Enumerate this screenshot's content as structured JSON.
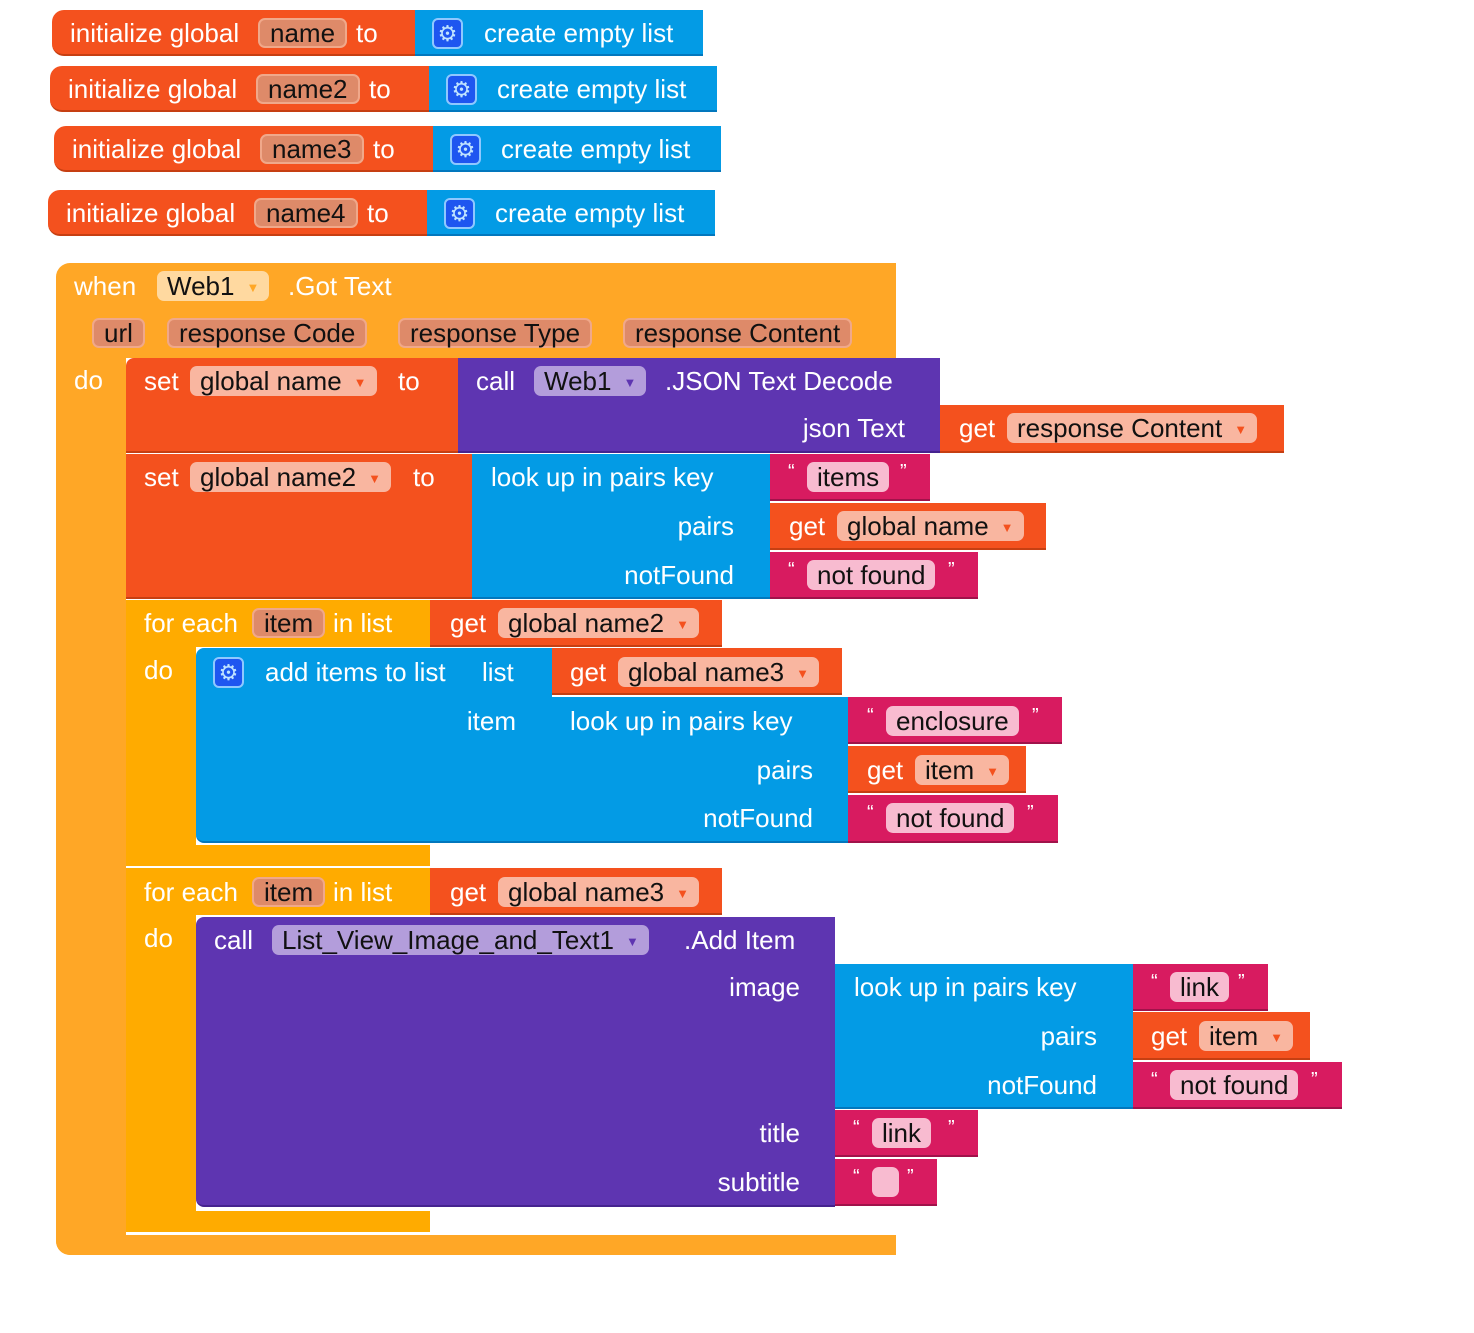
{
  "globals": [
    {
      "label": "initialize global",
      "name": "name",
      "to": "to",
      "value": "create empty list"
    },
    {
      "label": "initialize global",
      "name": "name2",
      "to": "to",
      "value": "create empty list"
    },
    {
      "label": "initialize global",
      "name": "name3",
      "to": "to",
      "value": "create empty list"
    },
    {
      "label": "initialize global",
      "name": "name4",
      "to": "to",
      "value": "create empty list"
    }
  ],
  "event": {
    "when": "when",
    "component": "Web1",
    "event": ".Got Text",
    "params": [
      "url",
      "response Code",
      "response Type",
      "response Content"
    ],
    "do": "do"
  },
  "set1": {
    "set": "set",
    "var": "global name",
    "to": "to",
    "call": "call",
    "component": "Web1",
    "method": ".JSON Text Decode",
    "arg": "json Text",
    "get": "get",
    "getvar": "response Content"
  },
  "set2": {
    "set": "set",
    "var": "global name2",
    "to": "to",
    "lookup": "look up in pairs  key",
    "pairs": "pairs",
    "notfound": "notFound",
    "key": "items",
    "get": "get",
    "getvar": "global name",
    "nf": "not found"
  },
  "foreach1": {
    "for": "for each",
    "item": "item",
    "inlist": "in list",
    "get": "get",
    "list": "global name2",
    "do": "do",
    "add": "add items to list",
    "list_label": "list",
    "item_label": "item",
    "get2": "get",
    "list2": "global name3",
    "lookup": "look up in pairs  key",
    "pairs": "pairs",
    "notfound": "notFound",
    "key": "enclosure",
    "get3": "get",
    "getitem": "item",
    "nf": "not found"
  },
  "foreach2": {
    "for": "for each",
    "item": "item",
    "inlist": "in list",
    "get": "get",
    "list": "global name3",
    "do": "do",
    "call": "call",
    "component": "List_View_Image_and_Text1",
    "method": ".Add Item",
    "image": "image",
    "title": "title",
    "subtitle": "subtitle",
    "lookup": "look up in pairs  key",
    "pairs": "pairs",
    "notfound": "notFound",
    "key": "link",
    "get2": "get",
    "getitem": "item",
    "nf": "not found",
    "title_value": "link",
    "subtitle_value": ""
  },
  "quote_open": "“",
  "quote_close": "”",
  "dropdown": "▼",
  "gear": "⚙"
}
